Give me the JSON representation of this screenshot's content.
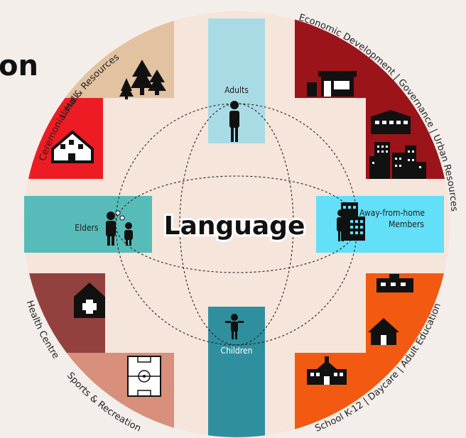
{
  "page_heading_fragment": "on",
  "center": {
    "title": "Language"
  },
  "hubs": {
    "adults": "Adults",
    "elders": "Elders",
    "children": "Children",
    "away_line1": "Away-from-home",
    "away_line2": "Members"
  },
  "sectors": {
    "land_resources": "Land & Resources",
    "ceremonial_hall": "Ceremonial Hall",
    "economic": "Economic Development | Governance | Urban Resources",
    "health_centre": "Health Centre",
    "sports_recreation": "Sports & Recreation",
    "school": "School K-12 | Daycare | Adult Education"
  },
  "colors": {
    "adults": "#a9dbe5",
    "elders": "#57bcb9",
    "children": "#2f8f9f",
    "away": "#63dff7",
    "land": "#e2c2a0",
    "ceremonial": "#ed1c24",
    "economic": "#9b1419",
    "health": "#93413f",
    "sports": "#d88f7b",
    "school": "#f25a11"
  }
}
